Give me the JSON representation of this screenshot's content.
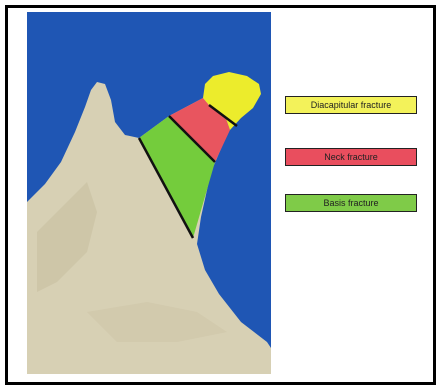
{
  "colors": {
    "background_panel": "#1f56b4",
    "bone": "#d7d0b4",
    "diacapitular": "#ecec2c",
    "neck": "#e8555f",
    "base": "#74cc3c",
    "line": "#111111"
  },
  "legend": {
    "diacapitular": {
      "label": "Diacapitular fracture",
      "color": "#f3f25a"
    },
    "neck": {
      "label": "Neck fracture",
      "color": "#e94e5e"
    },
    "base": {
      "label": "Basis fracture",
      "color": "#7fcb48"
    }
  }
}
